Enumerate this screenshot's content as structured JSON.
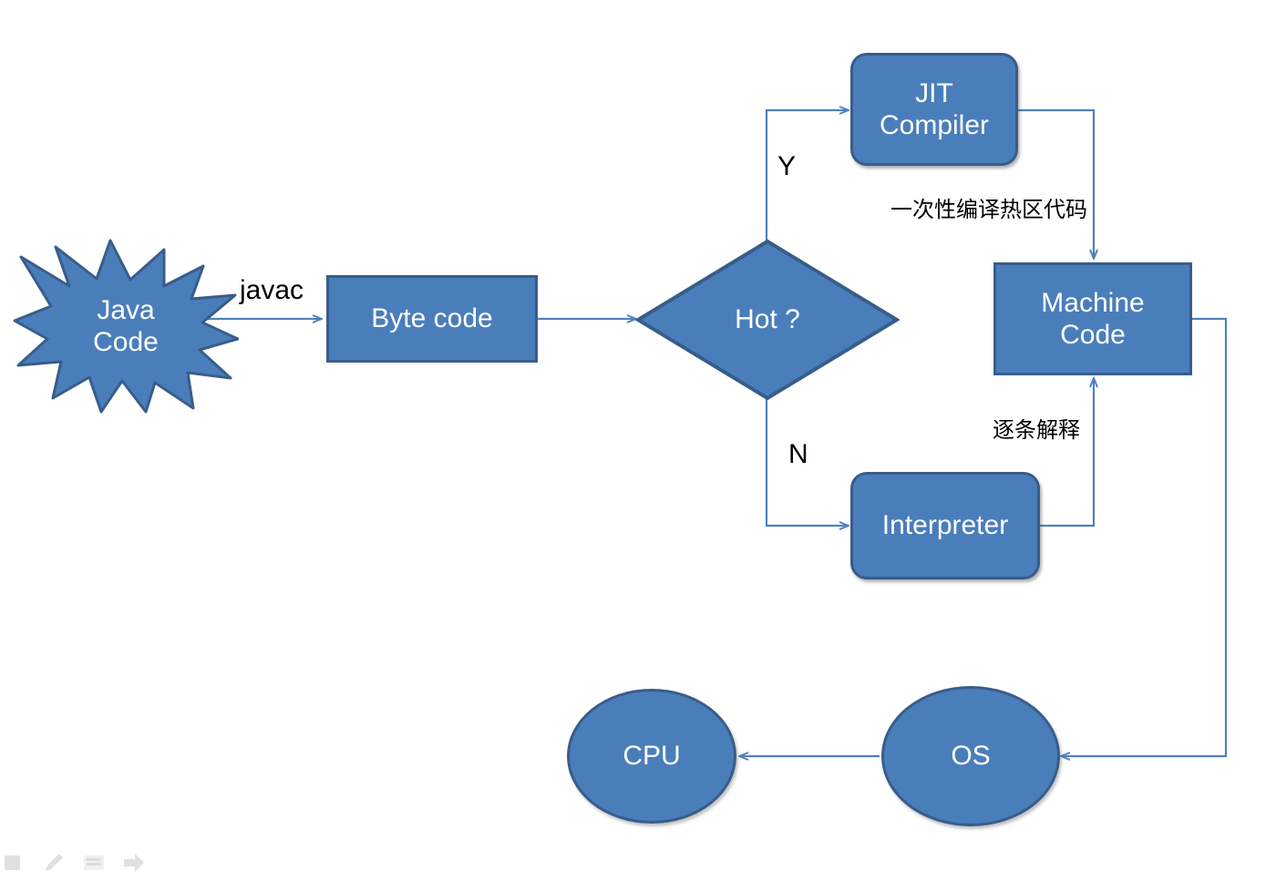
{
  "diagram": {
    "title": "Java execution pipeline flowchart",
    "colors": {
      "shape_fill": "#4A7EBB",
      "shape_border": "#385D8A",
      "connector": "#4F81BD",
      "shape_text": "#FFFFFF",
      "label_text": "#000000",
      "background": "#FFFFFF"
    },
    "nodes": {
      "java_code": {
        "label": "Java\nCode",
        "shape": "explosion-star"
      },
      "byte_code": {
        "label": "Byte code",
        "shape": "rectangle"
      },
      "hot_decision": {
        "label": "Hot ?",
        "shape": "diamond"
      },
      "jit_compiler": {
        "label": "JIT\nCompiler",
        "shape": "rounded-rectangle"
      },
      "interpreter": {
        "label": "Interpreter",
        "shape": "rounded-rectangle"
      },
      "machine_code": {
        "label": "Machine\nCode",
        "shape": "rectangle"
      },
      "os": {
        "label": "OS",
        "shape": "ellipse"
      },
      "cpu": {
        "label": "CPU",
        "shape": "ellipse"
      }
    },
    "edge_labels": {
      "javac": "javac",
      "yes": "Y",
      "no": "N",
      "jit_to_machine": "一次性编译热区代码",
      "interpreter_to_machine": "逐条解释"
    }
  },
  "taskbar": {
    "icons": [
      {
        "name": "square-icon",
        "title": "square"
      },
      {
        "name": "pencil-icon",
        "title": "pencil"
      },
      {
        "name": "lines-icon",
        "title": "lines"
      },
      {
        "name": "arrow-right-icon",
        "title": "arrow"
      }
    ]
  }
}
